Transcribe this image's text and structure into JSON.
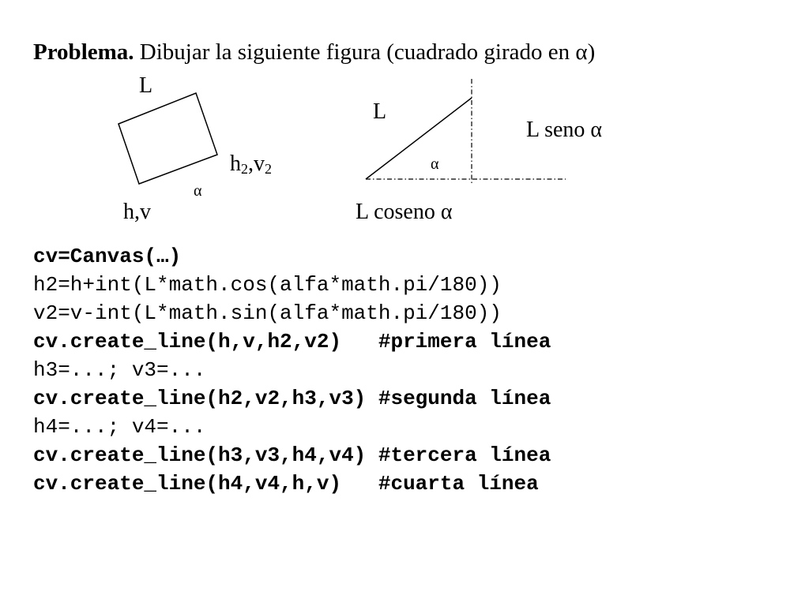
{
  "title": {
    "bold": "Problema.",
    "rest": " Dibujar la siguiente figura (cuadrado girado en α)"
  },
  "square_figure": {
    "label_top": "L",
    "label_corner_h": "h,v",
    "label_corner_h2_base": "h",
    "label_corner_h2_sub": "2",
    "label_corner_v2_base": ",v",
    "label_corner_v2_sub": "2",
    "label_angle": "α"
  },
  "triangle_figure": {
    "label_hyp": "L",
    "label_opposite": "L seno α",
    "label_adjacent": "L coseno α",
    "label_angle": "α"
  },
  "code": [
    {
      "text": "cv=Canvas(…)",
      "bold": true
    },
    {
      "text": "h2=h+int(L*math.cos(alfa*math.pi/180))",
      "bold": false
    },
    {
      "text": "v2=v-int(L*math.sin(alfa*math.pi/180))",
      "bold": false
    },
    {
      "text": "cv.create_line(h,v,h2,v2)   #primera línea",
      "bold": true
    },
    {
      "text": "h3=...; v3=...",
      "bold": false
    },
    {
      "text": "cv.create_line(h2,v2,h3,v3) #segunda línea",
      "bold": true
    },
    {
      "text": "h4=...; v4=...",
      "bold": false
    },
    {
      "text": "cv.create_line(h3,v3,h4,v4) #tercera línea",
      "bold": true
    },
    {
      "text": "cv.create_line(h4,v4,h,v)   #cuarta línea",
      "bold": true
    }
  ]
}
